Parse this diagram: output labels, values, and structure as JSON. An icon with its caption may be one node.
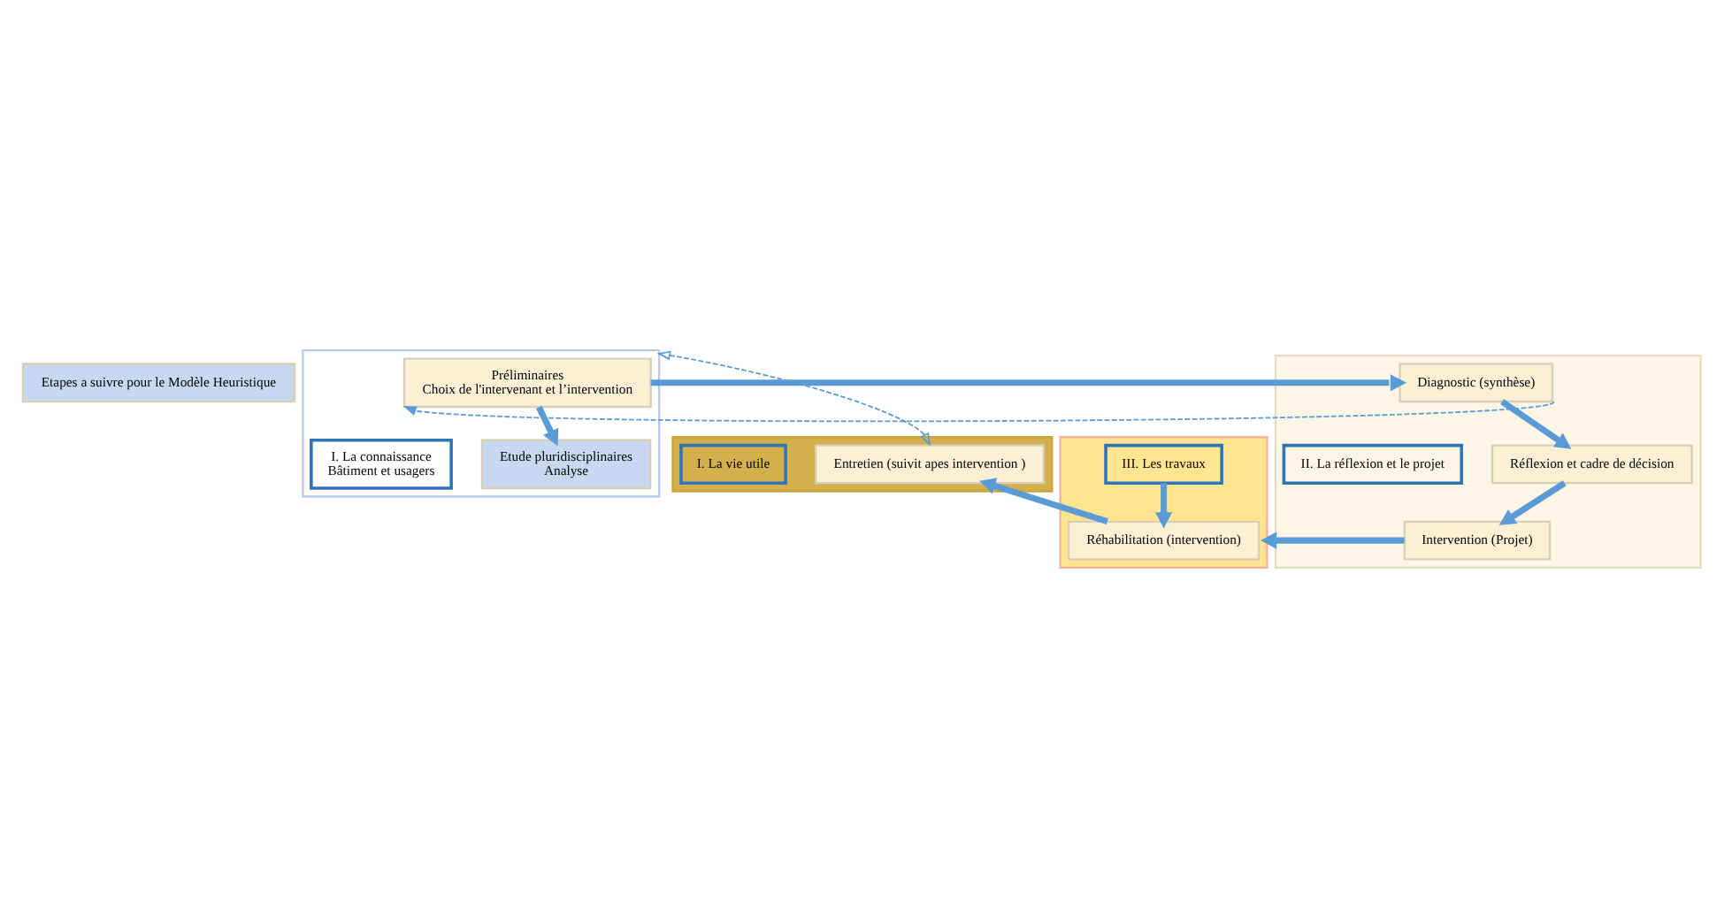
{
  "diagram": {
    "nodes": [
      {
        "text": [
          "Etapes a suivre pour le Modèle Heuristique"
        ]
      },
      {
        "text": [],
        "shape": "box"
      },
      {
        "text": [
          "Préliminaires",
          "Choix de l'intervenant et l’intervention"
        ],
        "in": 1
      },
      {
        "text": [
          "Etude pluridisciplinaires",
          "Analyse"
        ],
        "in": 1
      },
      {
        "text": [
          "I. La connaissance",
          "Bâtiment et usagers"
        ],
        "in": 1
      },
      {
        "text": [],
        "shape": "box"
      },
      {
        "text": [
          "Diagnostic (synthèse)"
        ],
        "in": 5
      },
      {
        "text": [
          "Réflexion et cadre de décision"
        ],
        "in": 5
      },
      {
        "text": [
          "Intervention (Projet)"
        ],
        "in": 5
      },
      {
        "text": [
          "II. La réflexion et le projet"
        ],
        "in": 5
      },
      {
        "text": [],
        "shape": "box"
      },
      {
        "text": [
          "Réhabilitation (intervention)"
        ],
        "in": 10
      },
      {
        "text": [
          "III. Les travaux"
        ],
        "in": 10
      },
      {
        "text": [],
        "shape": "box"
      },
      {
        "text": [
          "Entretien (suivit apes intervention )"
        ],
        "in": 13
      },
      {
        "text": [
          "I. La vie utile"
        ],
        "in": 13
      }
    ],
    "edges": [
      {
        "from": 2,
        "to": 6,
        "arrow": "to"
      },
      {
        "from": 6,
        "to": 2,
        "arrow": "to",
        "style": "dashed"
      },
      {
        "from": 2,
        "to": 3,
        "arrow": "to"
      },
      {
        "from": 6,
        "to": 7,
        "arrow": "to"
      },
      {
        "from": 7,
        "to": 8,
        "arrow": "to"
      },
      {
        "from": 8,
        "to": 10,
        "arrow": "to"
      },
      {
        "from": 12,
        "to": 11,
        "arrow": "to"
      },
      {
        "from": 11,
        "to": 14,
        "arrow": "to"
      },
      {
        "from": 1,
        "to": 14,
        "arrow": "both",
        "style": "dashed"
      }
    ]
  }
}
